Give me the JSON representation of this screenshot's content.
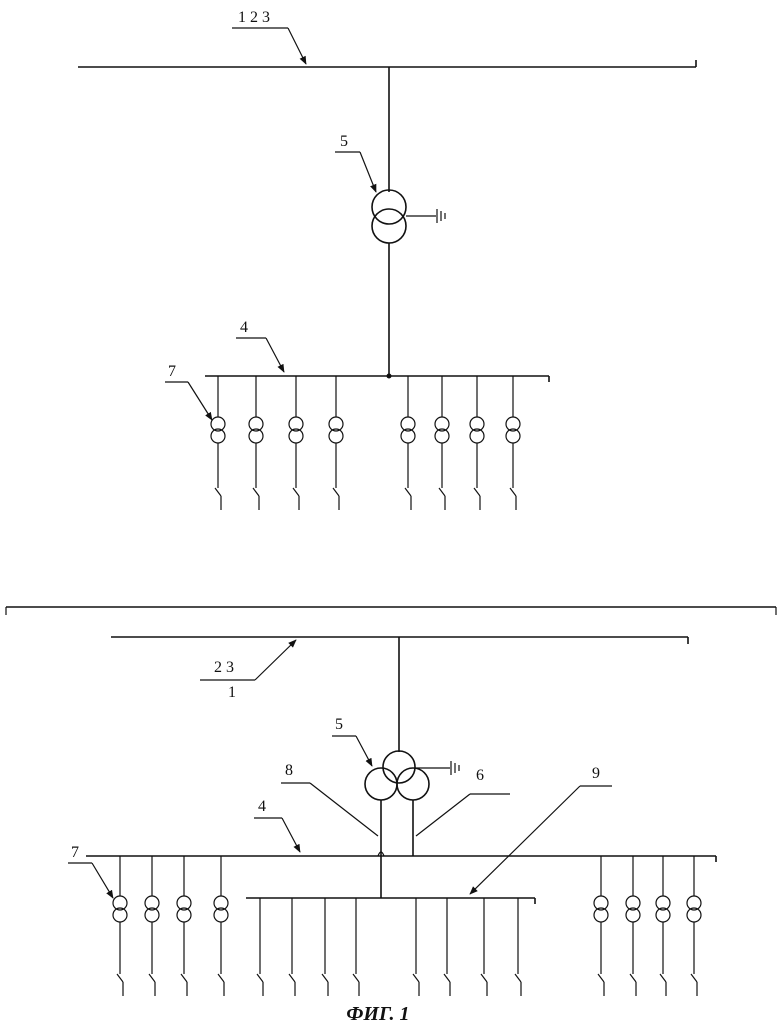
{
  "figure": {
    "caption": "ФИГ. 1"
  },
  "top_scheme": {
    "label_bus_hv": "1 2 3",
    "label_transformer": "5",
    "label_bus_lv": "4",
    "label_feeder_ct": "7"
  },
  "bottom_scheme": {
    "label_bus_hv_23": "2  3",
    "label_bus_hv_1": "1",
    "label_transformer": "5",
    "label_winding_8": "8",
    "label_winding_6": "6",
    "label_bus_9": "9",
    "label_bus_lv": "4",
    "label_feeder_ct": "7"
  }
}
